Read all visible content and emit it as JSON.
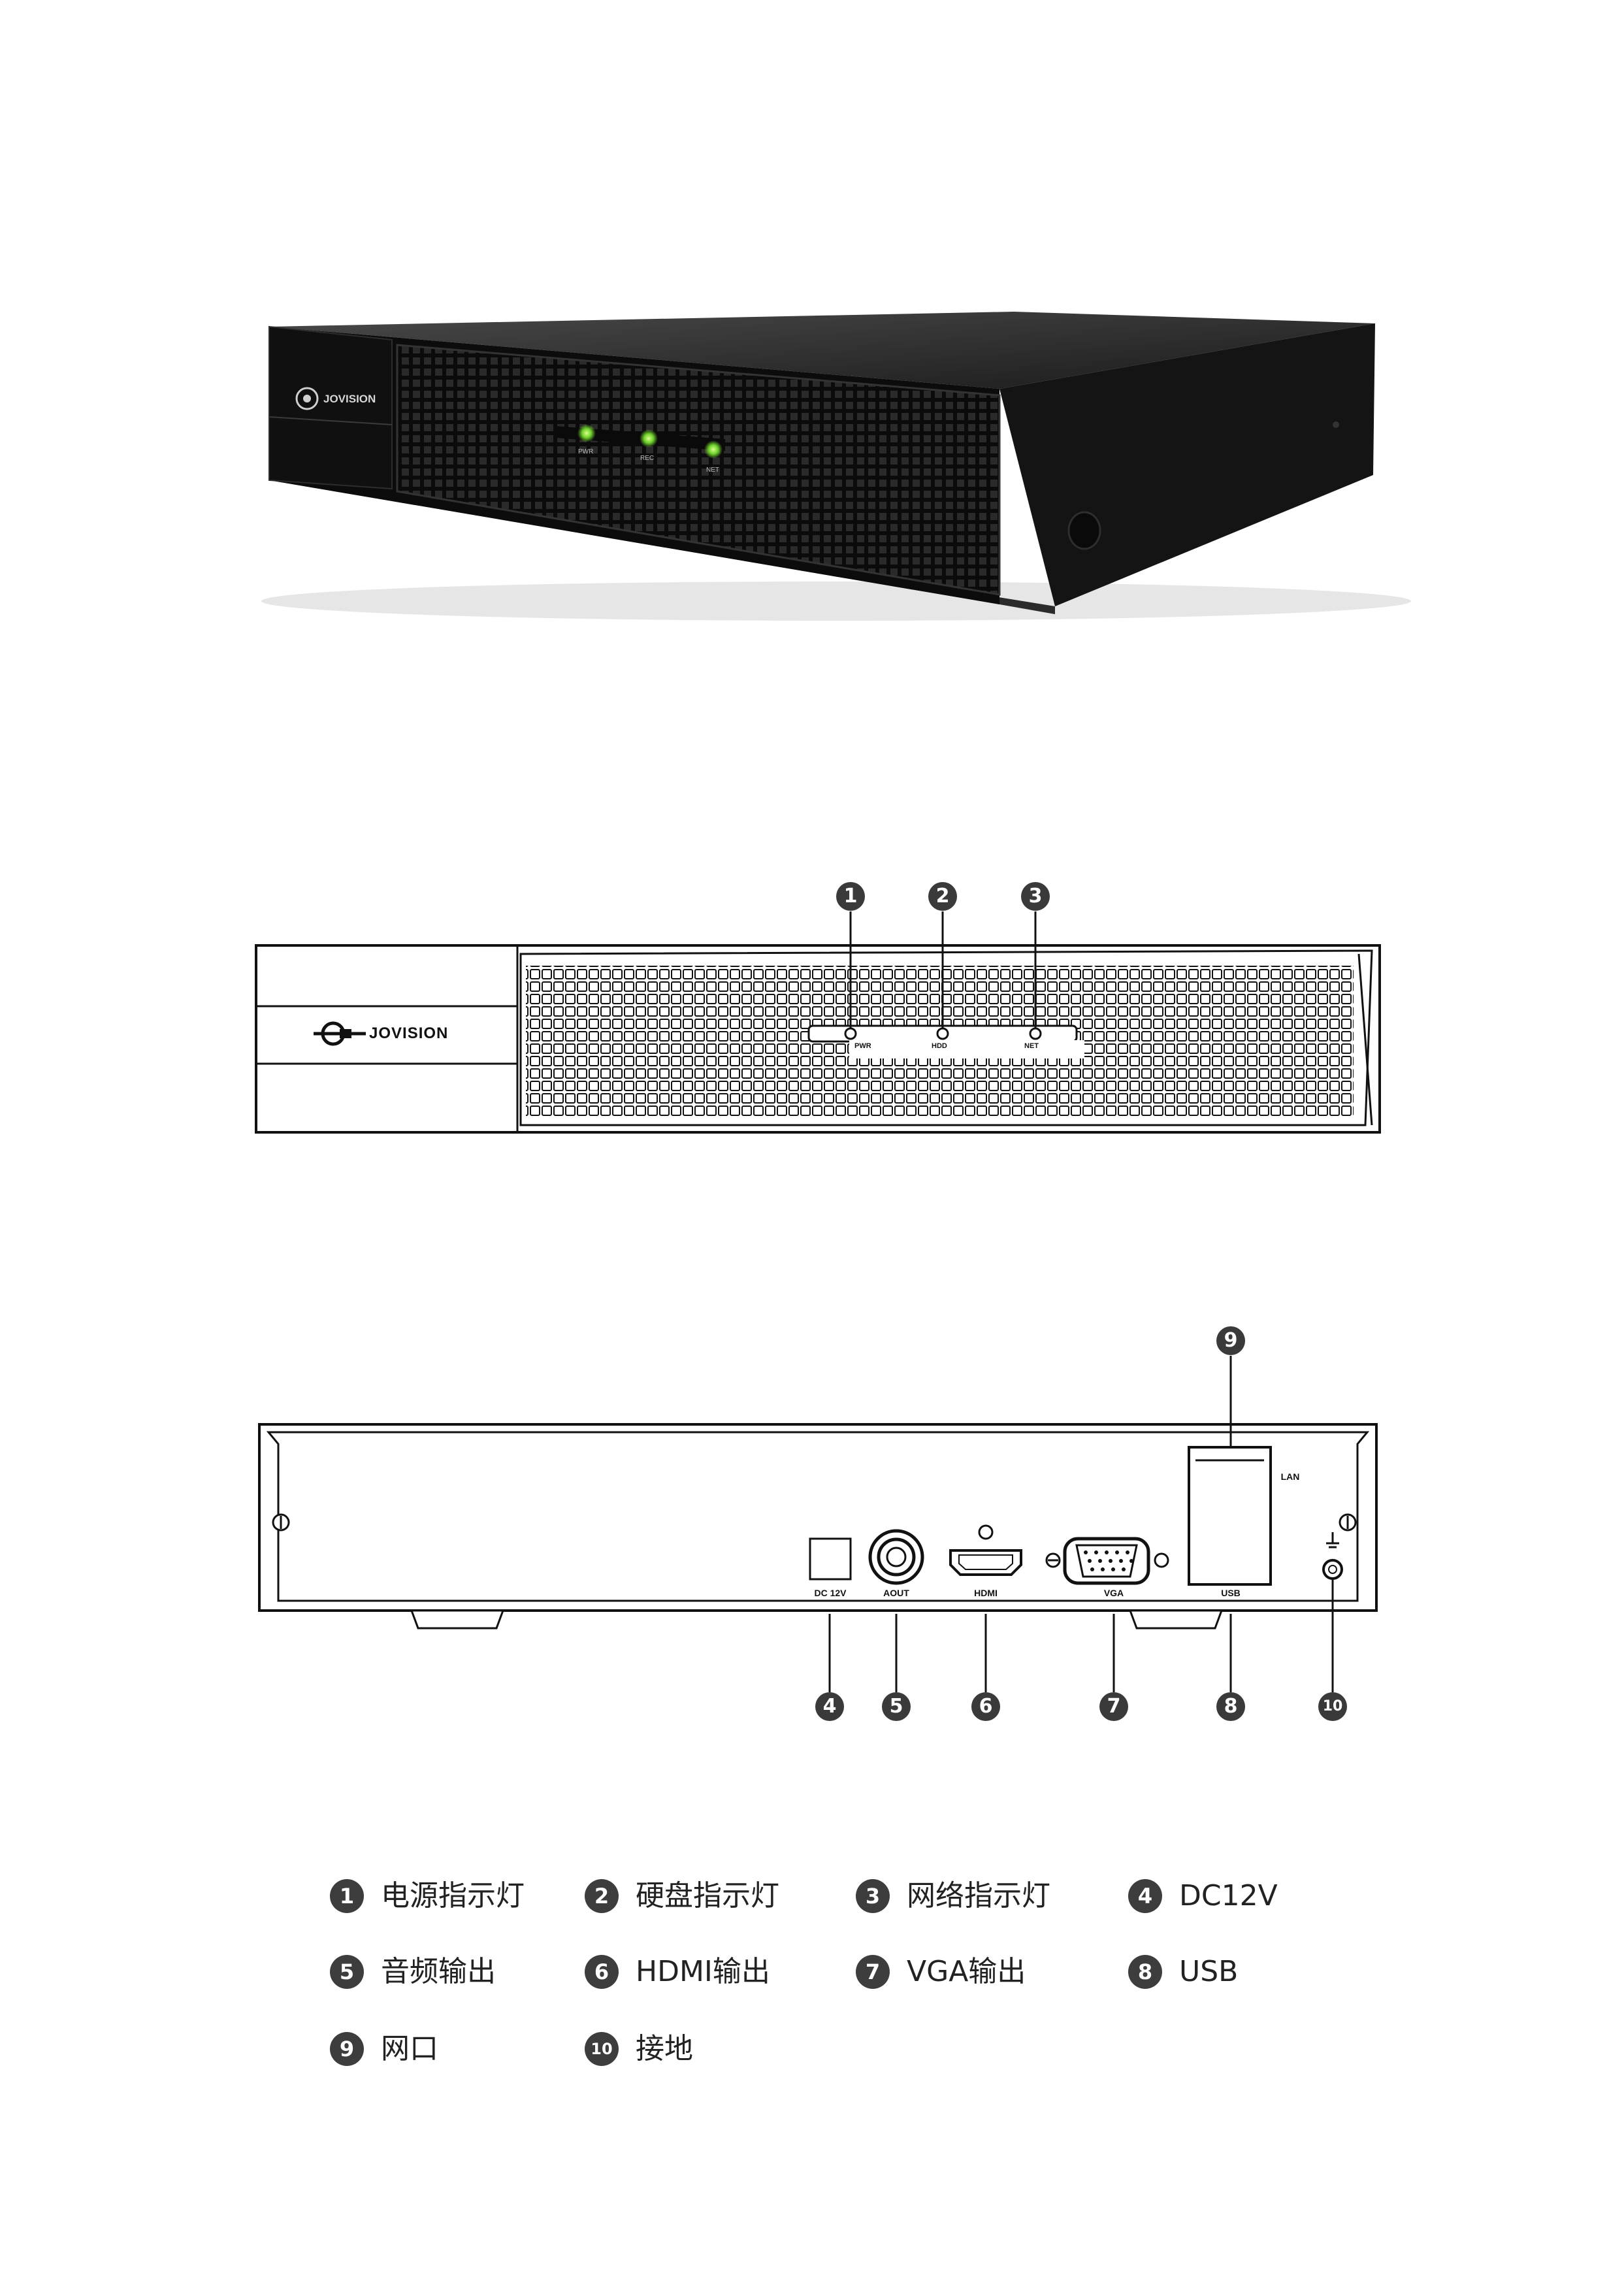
{
  "brand": "JOVISION",
  "indicators": {
    "photo": [
      "PWR",
      "REC",
      "NET"
    ],
    "front": [
      "PWR",
      "HDD",
      "NET"
    ]
  },
  "callouts": {
    "front": [
      "1",
      "2",
      "3"
    ],
    "rear": [
      "4",
      "5",
      "6",
      "7",
      "8",
      "10"
    ],
    "top": "9"
  },
  "rear_labels": {
    "dc": "DC 12V",
    "aout": "AOUT",
    "hdmi": "HDMI",
    "vga": "VGA",
    "usb": "USB",
    "lan": "LAN"
  },
  "legend": [
    {
      "num": "1",
      "text": "电源指示灯"
    },
    {
      "num": "2",
      "text": "硬盘指示灯"
    },
    {
      "num": "3",
      "text": "网络指示灯"
    },
    {
      "num": "4",
      "text": "DC12V"
    },
    {
      "num": "5",
      "text": "音频输出"
    },
    {
      "num": "6",
      "text": "HDMI输出"
    },
    {
      "num": "7",
      "text": "VGA输出"
    },
    {
      "num": "8",
      "text": "USB"
    },
    {
      "num": "9",
      "text": "网口"
    },
    {
      "num": "10",
      "text": "接地"
    }
  ]
}
